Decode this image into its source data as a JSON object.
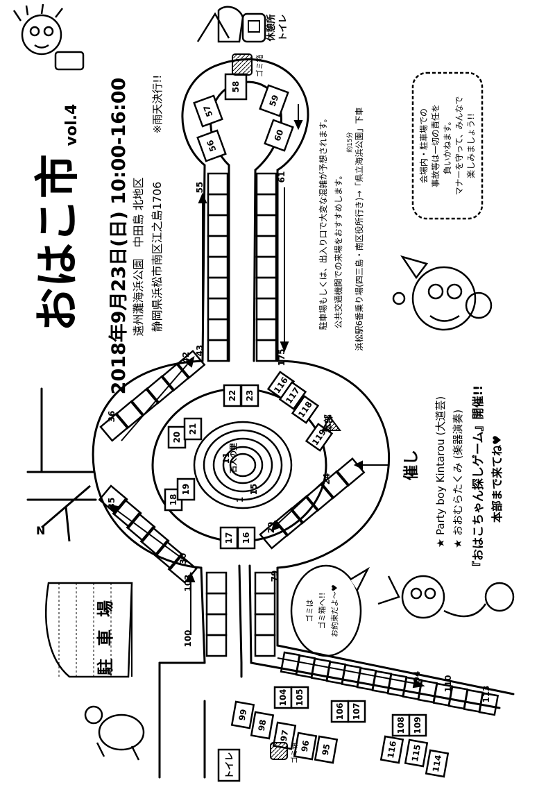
{
  "header": {
    "title": "おはこ市",
    "vol": "vol.4",
    "date_time": "2018年9月23日(日) 10:00-16:00",
    "venue": "遠州灘海浜公園　中田島 北地区",
    "address": "静岡県浜松市南区江之島1706",
    "weather": "※雨天決行!!"
  },
  "access": {
    "line1": "駐車場もしくは、出入り口で大変な混雑が予想されます。",
    "line2": "公共交通機関での来場をおすすめします。",
    "line3_note": "約15分",
    "line3": "浜松駅6番乗り場(四三島・南区役所行き)→「県立海浜公園」下車"
  },
  "notice": {
    "lines": [
      "会場内・駐車場での",
      "事故等は一切の責任を",
      "負いかねます。",
      "マナーを守って、みんなで",
      "楽しみましょう!!"
    ]
  },
  "events": {
    "heading": "催し",
    "items": [
      "★ Party boy Kintarou (大道芸)",
      "★ おおむらたくみ (楽器演奏)"
    ],
    "game": "『おはこちゃん探しゲーム』開催!!",
    "game_sub": "本部まで来てね♥"
  },
  "labels": {
    "rest_area": "休憩所",
    "toilet_top": "トイレ",
    "trash": "ゴミ箱",
    "trash_bottom": "ゴミ箱",
    "toilet_bottom": "トイレ",
    "parking": "駐車場",
    "hq": "本部",
    "stage": "石人の里",
    "trash_bubble": [
      "ゴミは",
      "ゴミ箱へ!!",
      "お約束だよ～♥"
    ]
  },
  "stalls": {
    "top_circle": [
      "56",
      "57",
      "58",
      "59",
      "60"
    ],
    "center": [
      "17",
      "16",
      "18",
      "19",
      "20",
      "21",
      "22",
      "23",
      "116",
      "117",
      "118",
      "119"
    ],
    "bottom_right": [
      "104",
      "105",
      "106",
      "107",
      "108",
      "109"
    ],
    "bottom_row": [
      "99",
      "98",
      "97",
      "96",
      "95",
      "116",
      "115",
      "114"
    ]
  },
  "row_numbers": [
    "55",
    "61",
    "43",
    "42",
    "36",
    "35",
    "30",
    "29",
    "24",
    "175",
    "103",
    "100",
    "79",
    "94",
    "110",
    "113",
    "1",
    "11",
    "15"
  ]
}
